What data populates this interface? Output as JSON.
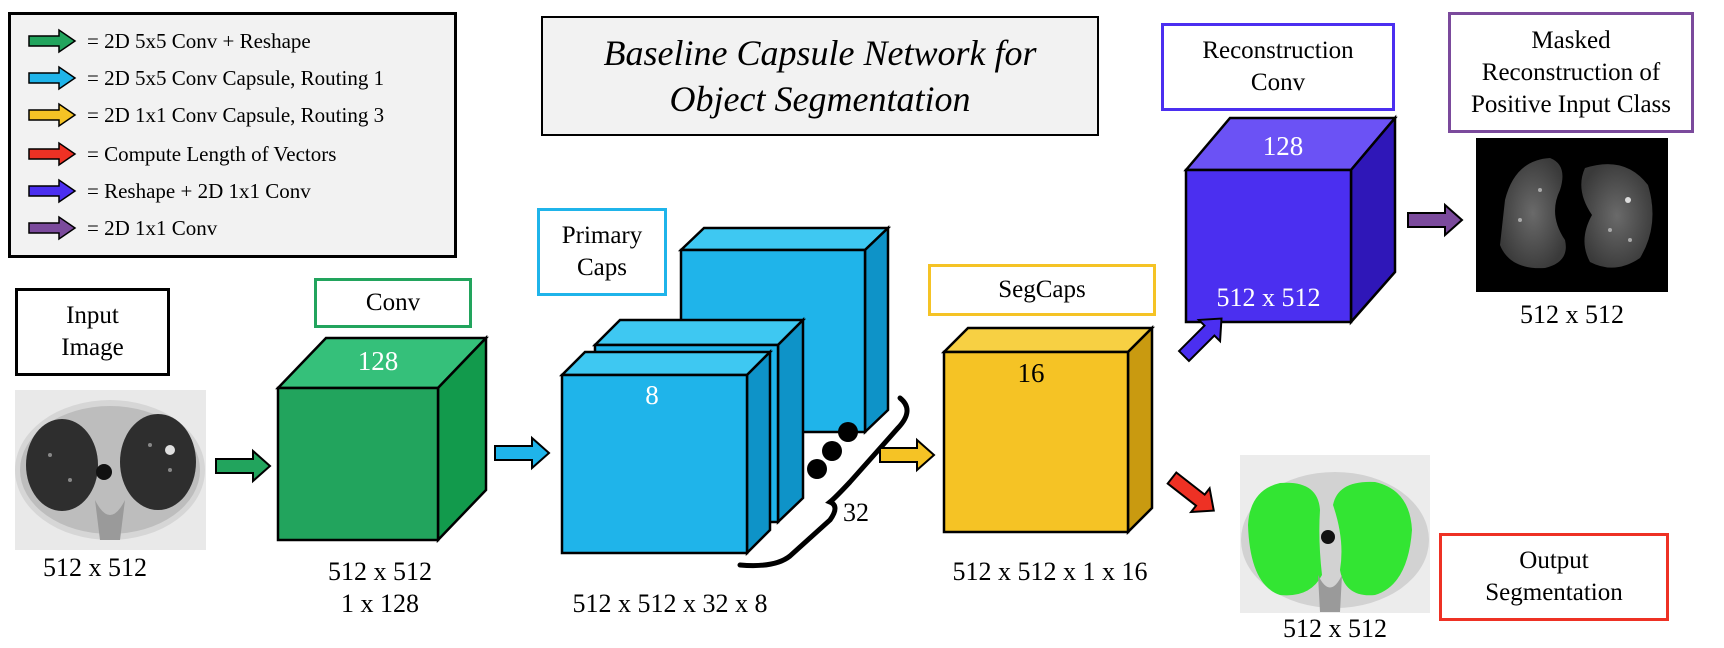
{
  "legend": {
    "items": [
      {
        "color": "#22a45d",
        "label": "= 2D 5x5 Conv + Reshape"
      },
      {
        "color": "#1fb4ea",
        "label": "= 2D 5x5 Conv Capsule, Routing 1"
      },
      {
        "color": "#f5c325",
        "label": "= 2D 1x1 Conv Capsule, Routing 3"
      },
      {
        "color": "#ee3124",
        "label": "= Compute Length of Vectors"
      },
      {
        "color": "#4b2ff0",
        "label": "= Reshape + 2D 1x1 Conv"
      },
      {
        "color": "#7b4a9c",
        "label": "= 2D 1x1 Conv"
      }
    ]
  },
  "title": {
    "line1": "Baseline Capsule Network for",
    "line2": "Object Segmentation"
  },
  "input": {
    "label_line1": "Input",
    "label_line2": "Image",
    "size": "512 x 512"
  },
  "conv": {
    "label": "Conv",
    "channels": "128",
    "size_line1": "512 x 512",
    "size_line2": "1 x 128",
    "color": "#22a45d"
  },
  "primary_caps": {
    "label_line1": "Primary",
    "label_line2": "Caps",
    "channels": "8",
    "count": "32",
    "size": "512 x 512 x 32 x 8",
    "color": "#1fb4ea"
  },
  "segcaps": {
    "label": "SegCaps",
    "channels": "16",
    "size": "512 x 512 x 1 x 16",
    "color": "#f5c325"
  },
  "reconstruction": {
    "label_line1": "Reconstruction",
    "label_line2": "Conv",
    "channels": "128",
    "size": "512 x 512",
    "color": "#4b2ff0"
  },
  "masked": {
    "label_line1": "Masked",
    "label_line2": "Reconstruction of",
    "label_line3": "Positive Input Class",
    "size": "512 x 512"
  },
  "output": {
    "label_line1": "Output",
    "label_line2": "Segmentation",
    "size": "512 x 512"
  },
  "colors": {
    "conv_border": "#22a45d",
    "primary_border": "#1fb4ea",
    "segcaps_border": "#f5c325",
    "reconstruction_border": "#4b2ff0",
    "masked_border": "#7b4a9c",
    "output_border": "#ee3124",
    "segmentation_green": "#33e533"
  }
}
